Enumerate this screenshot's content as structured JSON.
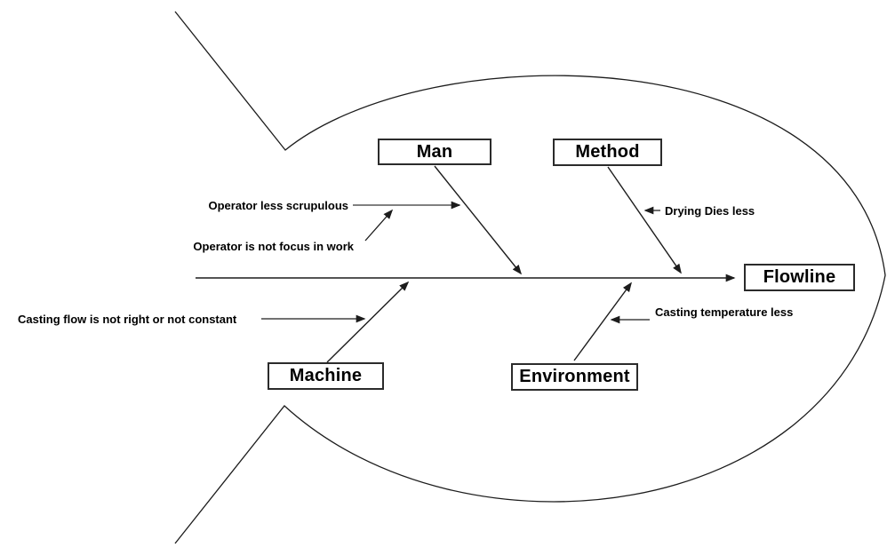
{
  "diagram": {
    "type": "fishbone-cause-effect",
    "effect": {
      "label": "Flowline"
    },
    "categories": [
      {
        "label": "Man",
        "position": "top-left"
      },
      {
        "label": "Method",
        "position": "top-right"
      },
      {
        "label": "Machine",
        "position": "bottom-left"
      },
      {
        "label": "Environment",
        "position": "bottom-right"
      }
    ],
    "causes": [
      {
        "label": "Operator less scrupulous",
        "category": "Man"
      },
      {
        "label": "Operator is not focus in work",
        "category": "Man"
      },
      {
        "label": "Drying Dies less",
        "category": "Method"
      },
      {
        "label": "Casting flow is not right or not constant",
        "category": "Machine"
      },
      {
        "label": "Casting temperature less",
        "category": "Environment"
      }
    ],
    "colors": {
      "line": "#1c1c1c",
      "grey_connector": "#808080",
      "box_border": "#2b2b2b",
      "background": "#ffffff",
      "text": "#000000"
    }
  }
}
